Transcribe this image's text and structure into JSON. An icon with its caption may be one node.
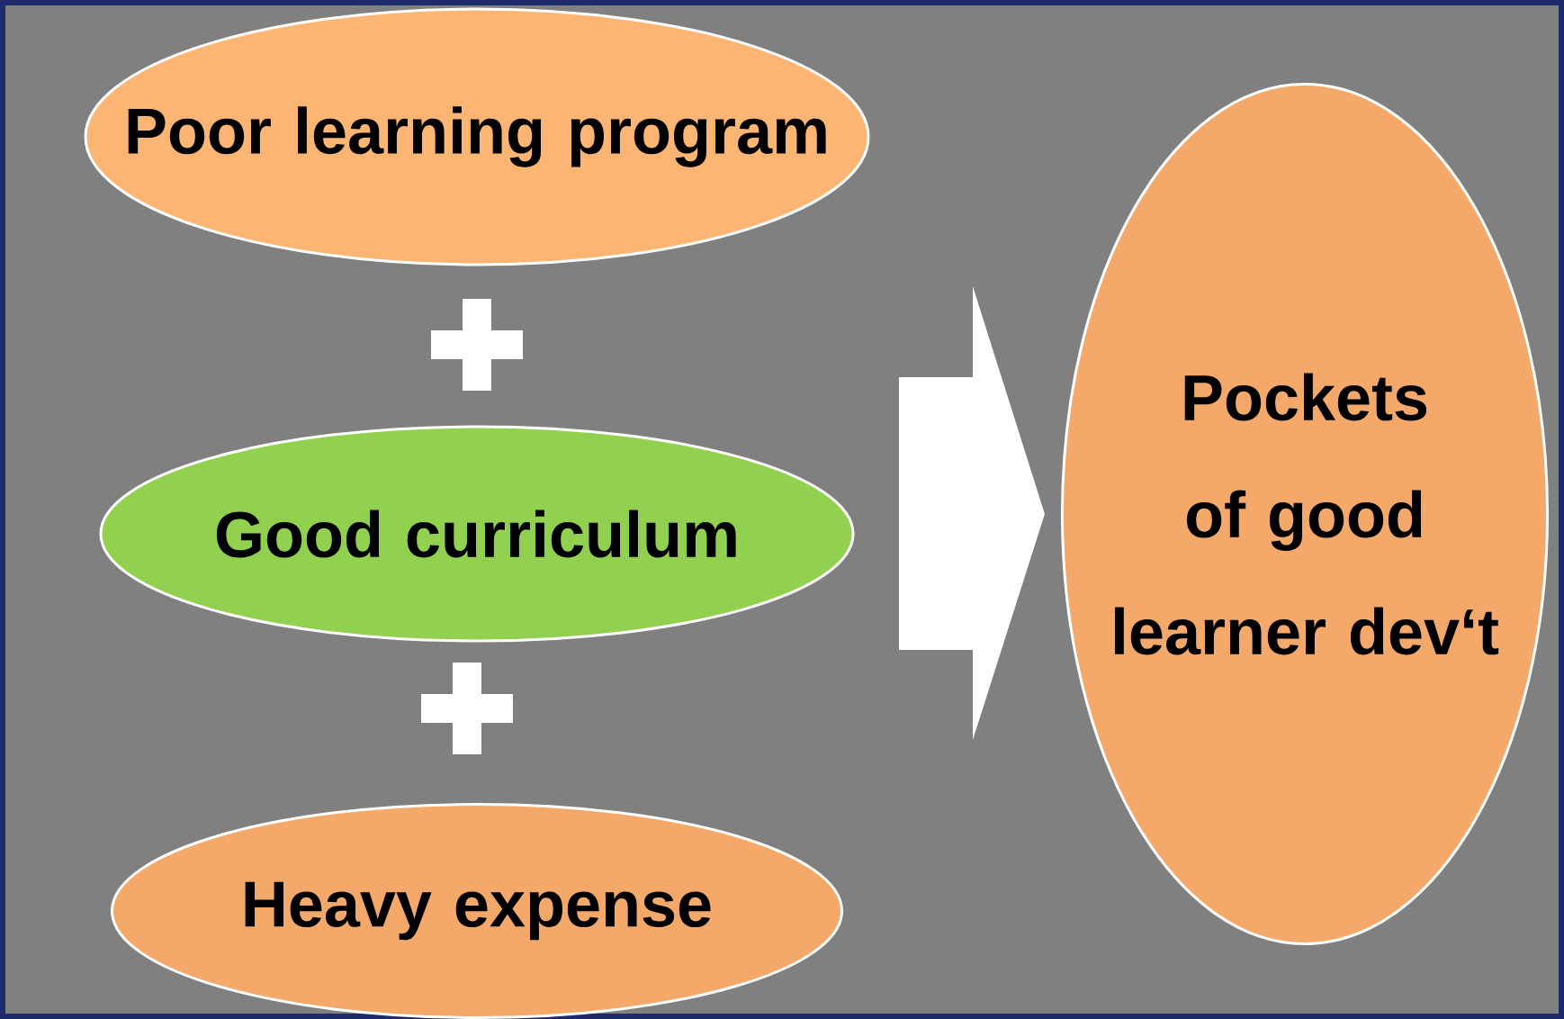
{
  "diagram": {
    "nodes": [
      {
        "text": [
          "Poor learning program"
        ]
      },
      {
        "text": [],
        "shape": "plus"
      },
      {
        "text": [
          "Good curriculum"
        ]
      },
      {
        "text": [],
        "shape": "plus"
      },
      {
        "text": [
          "Heavy expense"
        ]
      },
      {
        "text": [
          "Pockets of good learner dev‘t"
        ]
      }
    ],
    "edges": [
      {
        "from": null,
        "to": 5,
        "arrow": "to"
      }
    ]
  }
}
